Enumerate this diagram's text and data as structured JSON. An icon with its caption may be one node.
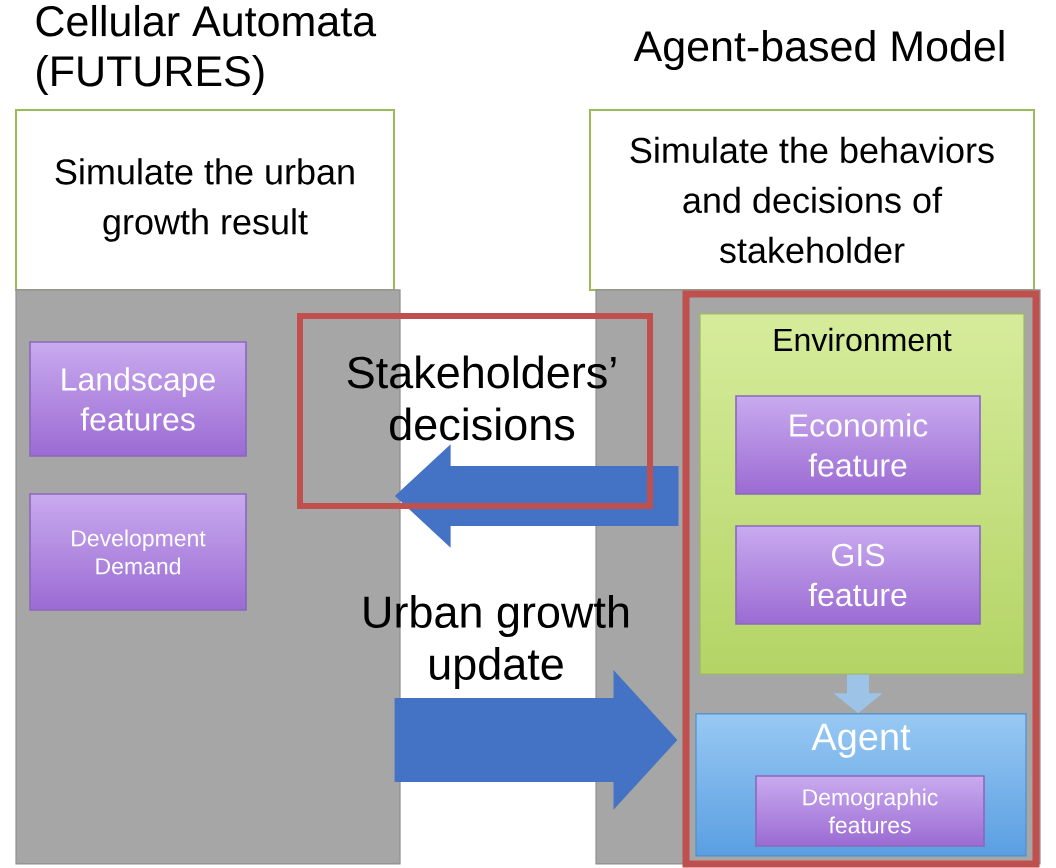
{
  "diagram": {
    "nodes": [
      {
        "text": [
          "Simulate the urban growth result"
        ],
        "beside": [
          "Cellular Automata (FUTURES)"
        ]
      },
      {
        "text": [],
        "shape": "box"
      },
      {
        "text": [
          "Landscape features"
        ],
        "in": 1
      },
      {
        "text": [
          "Development Demand"
        ],
        "in": 1
      },
      {
        "text": [
          "Simulate the behaviors and decisions of stakeholder"
        ],
        "beside": [
          "Agent-based Model"
        ]
      },
      {
        "text": [],
        "shape": "box"
      },
      {
        "text": [],
        "shape": "box",
        "in": 5
      },
      {
        "text": [
          "Environment"
        ],
        "in": 6
      },
      {
        "text": [
          "Economic feature"
        ],
        "in": 7
      },
      {
        "text": [
          "GIS feature"
        ],
        "in": 7
      },
      {
        "text": [
          "Agent"
        ],
        "in": 6
      },
      {
        "text": [
          "Demographic features"
        ],
        "in": 10
      }
    ],
    "edges": [
      {
        "from": 6,
        "to": 1,
        "arrow": "to",
        "label": "Stakeholders’ decisions"
      },
      {
        "from": 1,
        "to": 6,
        "arrow": "to",
        "label": "Urban growth update"
      },
      {
        "from": 7,
        "to": 10,
        "arrow": "to",
        "color": "#9dc3e6"
      }
    ]
  }
}
